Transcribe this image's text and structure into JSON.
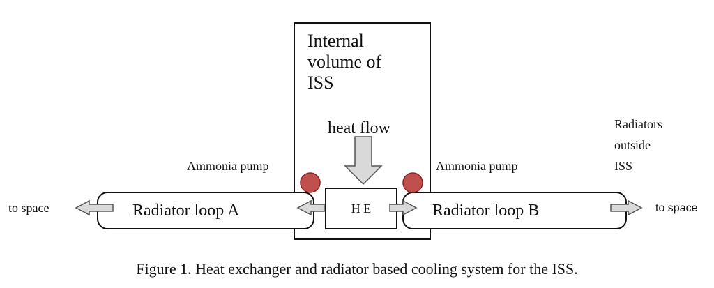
{
  "diagram": {
    "internal_volume": {
      "line1": "Internal",
      "line2": "volume of",
      "line3": "ISS"
    },
    "heat_flow_label": "heat flow",
    "heat_exchanger_label": "H E",
    "pump_left_label": "Ammonia pump",
    "pump_right_label": "Ammonia pump",
    "loop_a_label": "Radiator loop A",
    "loop_b_label": "Radiator loop B",
    "radiators_outside": {
      "line1": "Radiators",
      "line2": "outside",
      "line3": "ISS"
    },
    "to_space_left": "to space",
    "to_space_right": "to space",
    "caption": "Figure 1. Heat exchanger and radiator based cooling system for the ISS.",
    "colors": {
      "pump": "#c0504d",
      "arrow_fill": "#d9d9d9",
      "outline": "#111111"
    }
  }
}
